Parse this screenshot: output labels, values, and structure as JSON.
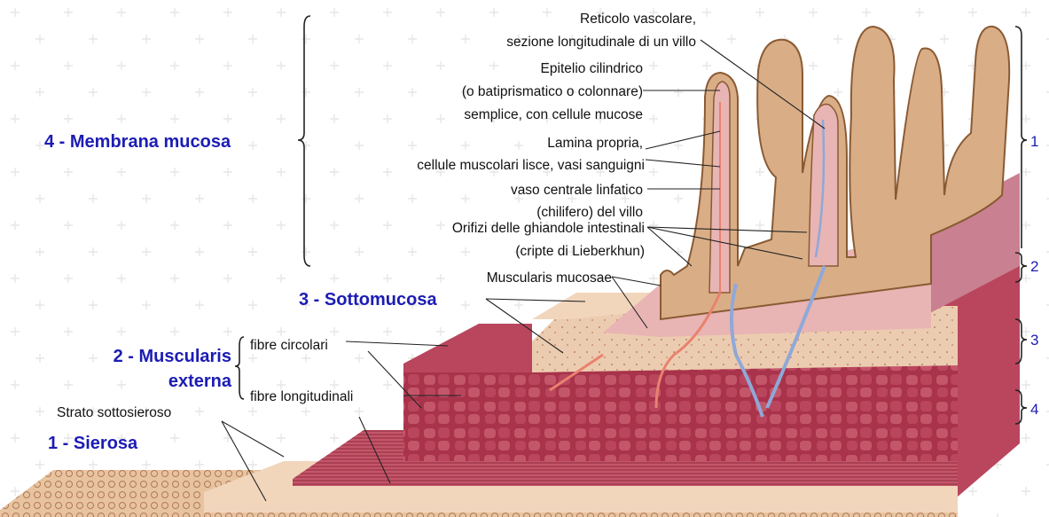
{
  "layers": {
    "mucosa": "4 - Membrana mucosa",
    "submucosa": "3 - Sottomucosa",
    "muscularis_line1": "2 - Muscularis",
    "muscularis_line2": "externa",
    "serosa": "1 - Sierosa"
  },
  "labels": {
    "reticolo_1": "Reticolo vascolare,",
    "reticolo_2": "sezione longitudinale di un villo",
    "epitelio_1": "Epitelio cilindrico",
    "epitelio_2": "(o batiprismatico o colonnare)",
    "epitelio_3": "semplice, con cellule mucose",
    "lamina_1": "Lamina propria,",
    "lamina_2": "cellule muscolari lisce, vasi sanguigni",
    "vaso_1": "vaso centrale linfatico",
    "vaso_2": "(chilifero) del villo",
    "orifizi_1": "Orifizi delle ghiandole intestinali",
    "orifizi_2": "(cripte di Lieberkhun)",
    "muscularis_mucosae": "Muscularis mucosae",
    "fibre_circolari": "fibre circolari",
    "fibre_longitudinali": "fibre longitudinali",
    "strato_sottosieroso": "Strato sottosieroso"
  },
  "right_scale": [
    "1",
    "2",
    "3",
    "4"
  ],
  "colors": {
    "layer_label": "#1c1cb4",
    "villus": "#d9ae87",
    "villus_edge": "#8a5a33",
    "mucosa_pink": "#e9b4b4",
    "muscle_dark": "#a8334a",
    "muscle_mid": "#c4566a",
    "submucosa": "#ecccb0",
    "serosa": "#f1d6bc",
    "lymph_vessel": "#8fa8d8",
    "blood_vessel": "#e9826f"
  }
}
